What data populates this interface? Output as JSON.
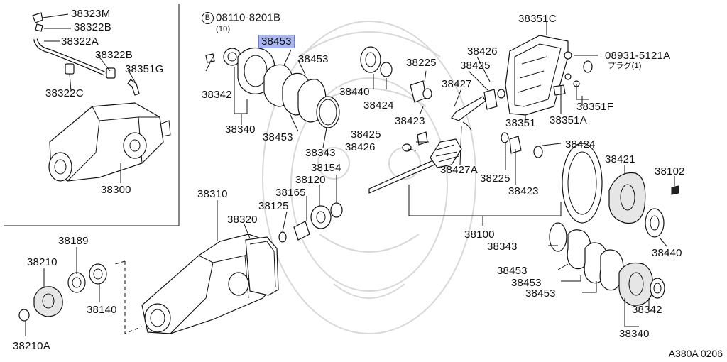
{
  "labels": {
    "p38323M": "38323M",
    "p38322B_a": "38322B",
    "p38322A": "38322A",
    "p38322B_b": "38322B",
    "p38351G": "38351G",
    "p38322C": "38322C",
    "p38300": "38300",
    "bolt_circle": "B",
    "bolt_number": "08110-8201B",
    "bolt_qty": "(10)",
    "p38453_hl": "38453",
    "p38453_a": "38453",
    "p38342_a": "38342",
    "p38340_a": "38340",
    "p38453_b": "38453",
    "p38343_a": "38343",
    "p38440_a": "38440",
    "p38424_a": "38424",
    "p38225_a": "38225",
    "p38423_a": "38423",
    "p38426_a": "38426",
    "p38425_a": "38425",
    "p38427": "38427",
    "p38351C": "38351C",
    "plug_number": "08931-5121A",
    "plug_text": "プラグ(1)",
    "p38351F": "38351F",
    "p38351A": "38351A",
    "p38351": "38351",
    "p38425_b": "38425",
    "p38426_b": "38426",
    "p38427A": "38427A",
    "p38225_b": "38225",
    "p38424_b": "38424",
    "p38423_b": "38423",
    "p38421": "38421",
    "p38102": "38102",
    "p38154": "38154",
    "p38120": "38120",
    "p38165": "38165",
    "p38125": "38125",
    "p38310": "38310",
    "p38320": "38320",
    "p38100": "38100",
    "p38440_b": "38440",
    "p38343_b": "38343",
    "p38453_c": "38453",
    "p38453_d": "38453",
    "p38453_e": "38453",
    "p38342_b": "38342",
    "p38340_b": "38340",
    "p38189": "38189",
    "p38210": "38210",
    "p38140": "38140",
    "p38210A": "38210A",
    "figure_code": "A380A 0206"
  }
}
